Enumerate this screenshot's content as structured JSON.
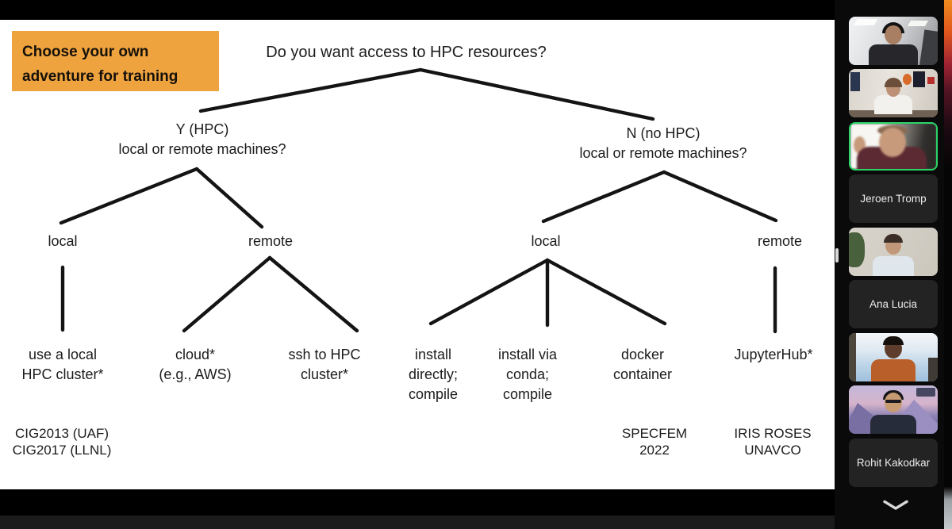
{
  "slide": {
    "badge": {
      "line1": "Choose your own",
      "line2": "adventure for training"
    },
    "title": "Do you want access to HPC resources?",
    "yes_node": {
      "line1": "Y (HPC)",
      "line2": "local or remote machines?"
    },
    "no_node": {
      "line1": "N (no HPC)",
      "line2": "local or remote machines?"
    },
    "branches": {
      "yes_local": "local",
      "yes_remote": "remote",
      "no_local": "local",
      "no_remote": "remote"
    },
    "leaves": {
      "local_hpc": {
        "line1": "use a local",
        "line2": "HPC cluster*"
      },
      "cloud": {
        "line1": "cloud*",
        "line2": "(e.g., AWS)"
      },
      "ssh": {
        "line1": "ssh to HPC",
        "line2": "cluster*"
      },
      "install_direct": {
        "line1": "install",
        "line2": "directly;",
        "line3": "compile"
      },
      "install_conda": {
        "line1": "install via",
        "line2": "conda;",
        "line3": "compile"
      },
      "docker": {
        "line1": "docker",
        "line2": "container"
      },
      "jupyter": {
        "line1": "JupyterHub*"
      }
    },
    "annotations": {
      "cig": {
        "line1": "CIG2013 (UAF)",
        "line2": "CIG2017 (LLNL)"
      },
      "specfem": {
        "line1": "SPECFEM",
        "line2": "2022"
      },
      "iris": {
        "line1": "IRIS ROSES",
        "line2": "UNAVCO"
      }
    },
    "colors": {
      "badge_bg": "#efa33f",
      "text": "#1c1c1c",
      "line": "#141414"
    }
  },
  "sidebar": {
    "names": {
      "tromp": "Jeroen Tromp",
      "lucia": "Ana Lucia",
      "kakodkar": "Rohit Kakodkar"
    },
    "icons": {
      "collapse": "chevron-down-icon"
    },
    "colors": {
      "active_speaker_border": "#2bd466",
      "tile_bg": "#232323",
      "background": "#0a0a0a"
    }
  }
}
